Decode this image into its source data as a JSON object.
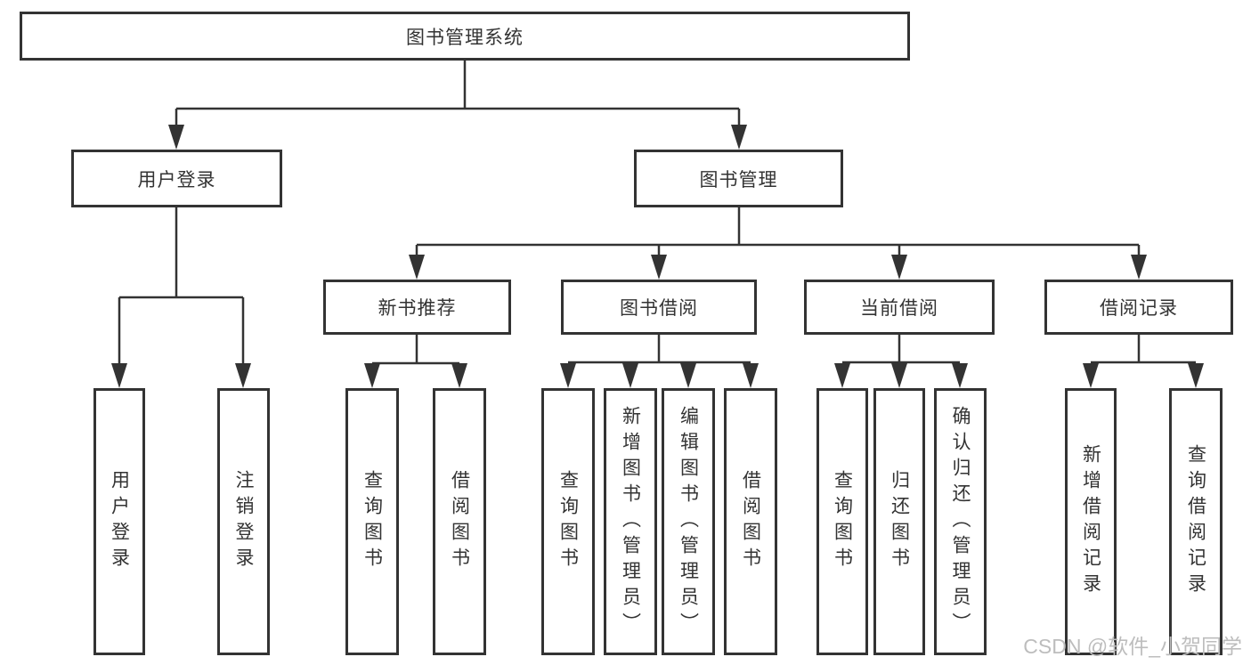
{
  "diagram": {
    "title_node": "图书管理系统",
    "level2": [
      {
        "label": "用户登录",
        "children": [
          {
            "label": "用户登录"
          },
          {
            "label": "注销登录"
          }
        ]
      },
      {
        "label": "图书管理",
        "children": [
          {
            "label": "新书推荐",
            "children": [
              {
                "label": "查询图书"
              },
              {
                "label": "借阅图书"
              }
            ]
          },
          {
            "label": "图书借阅",
            "children": [
              {
                "label": "查询图书"
              },
              {
                "label": "新增图书（管理员）"
              },
              {
                "label": "编辑图书（管理员）"
              },
              {
                "label": "借阅图书"
              }
            ]
          },
          {
            "label": "当前借阅",
            "children": [
              {
                "label": "查询图书"
              },
              {
                "label": "归还图书"
              },
              {
                "label": "确认归还（管理员）"
              }
            ]
          },
          {
            "label": "借阅记录",
            "children": [
              {
                "label": "新增借阅记录"
              },
              {
                "label": "查询借阅记录"
              }
            ]
          }
        ]
      }
    ]
  },
  "watermark": {
    "text": "CSDN @软件_小贺同学"
  },
  "colors": {
    "line": "#333333",
    "text": "#333333",
    "watermark": "#bdbdbd",
    "background": "#ffffff"
  }
}
